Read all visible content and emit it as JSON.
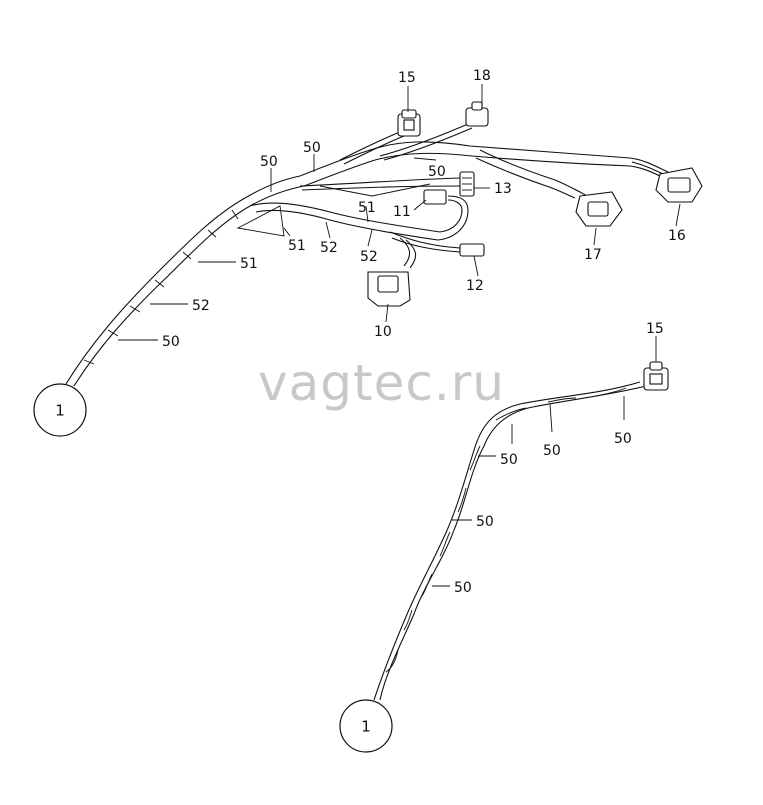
{
  "watermark": "vagtec.ru",
  "harness_main": {
    "circle_label": "1",
    "callouts": {
      "c15": "15",
      "c18": "18",
      "c50a": "50",
      "c50b": "50",
      "c50c": "50",
      "c13": "13",
      "c11": "11",
      "c51a": "51",
      "c51b": "51",
      "c52a": "52",
      "c52b": "52",
      "c17": "17",
      "c16": "16",
      "c12": "12",
      "c10": "10",
      "c51c": "51",
      "c52c": "52",
      "c50d": "50"
    }
  },
  "harness_twisted": {
    "circle_label": "1",
    "callouts": {
      "c15": "15",
      "c50a": "50",
      "c50b": "50",
      "c50c": "50",
      "c50d": "50",
      "c50e": "50"
    }
  }
}
